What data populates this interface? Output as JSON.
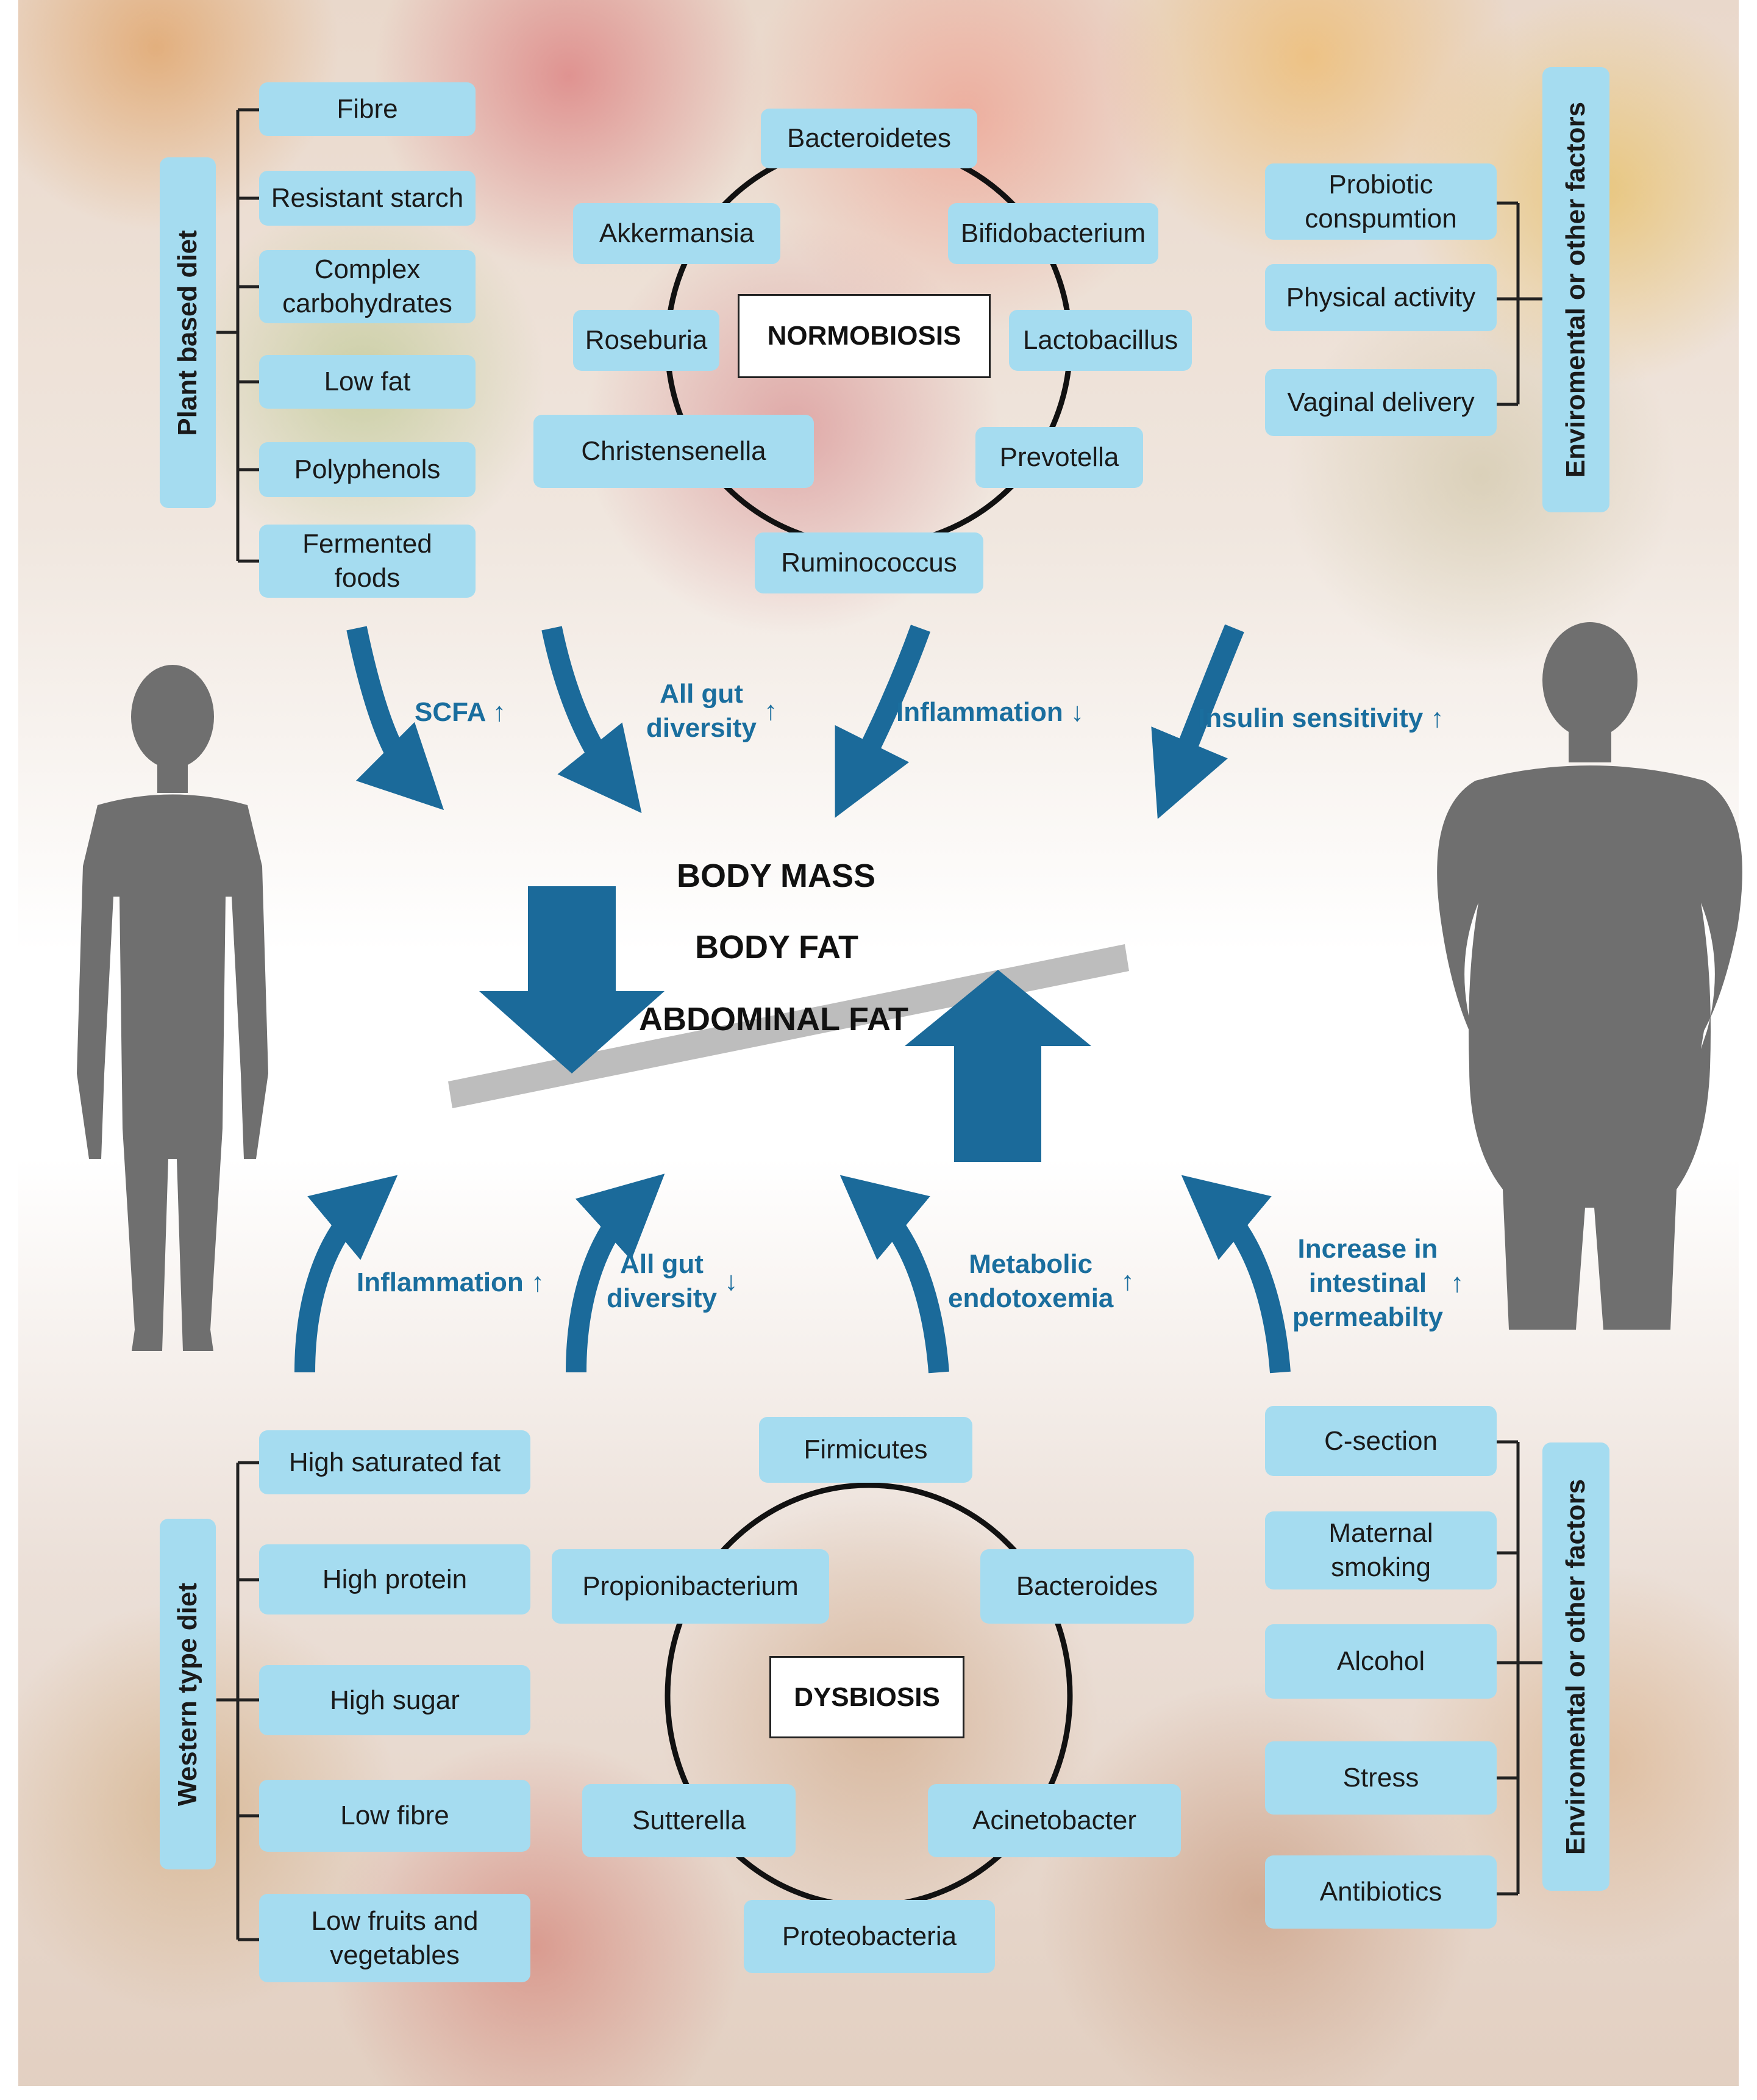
{
  "plant_diet": {
    "title": "Plant based diet",
    "items": [
      "Fibre",
      "Resistant starch",
      "Complex\ncarbohydrates",
      "Low fat",
      "Polyphenols",
      "Fermented\nfoods"
    ]
  },
  "normobiosis": {
    "label": "NORMOBIOSIS",
    "bacteria": [
      "Bacteroidetes",
      "Akkermansia",
      "Bifidobacterium",
      "Roseburia",
      "Lactobacillus",
      "Christensenella",
      "Prevotella",
      "Ruminococcus"
    ]
  },
  "env_top": {
    "title": "Enviromental or other factors",
    "items": [
      "Probiotic\nconspumtion",
      "Physical activity",
      "Vaginal delivery"
    ]
  },
  "top_effects": [
    "SCFA",
    "All gut\ndiversity",
    "Inflammation",
    "Insulin sensitivity"
  ],
  "center": {
    "lines": [
      "BODY MASS",
      "BODY FAT",
      "ABDOMINAL FAT"
    ]
  },
  "bottom_effects": [
    "Inflammation",
    "All gut\ndiversity",
    "Metabolic\nendotoxemia",
    "Increase in\nintestinal\npermeabilty"
  ],
  "western_diet": {
    "title": "Western type diet",
    "items": [
      "High saturated fat",
      "High protein",
      "High sugar",
      "Low fibre",
      "Low fruits and\nvegetables"
    ]
  },
  "dysbiosis": {
    "label": "DYSBIOSIS",
    "bacteria": [
      "Firmicutes",
      "Propionibacterium",
      "Bacteroides",
      "Sutterella",
      "Acinetobacter",
      "Proteobacteria"
    ]
  },
  "env_bottom": {
    "title": "Enviromental or other factors",
    "items": [
      "C-section",
      "Maternal\nsmoking",
      "Alcohol",
      "Stress",
      "Antibiotics"
    ]
  },
  "colors": {
    "box": "#a5dcf0",
    "arrow": "#1b6a9a",
    "effect_text": "#1a6e9e",
    "silhouette": "#6f6f6f",
    "seesaw": "#bdbdbd"
  },
  "icons": {
    "up": "up-arrow-icon",
    "down": "down-arrow-icon"
  }
}
